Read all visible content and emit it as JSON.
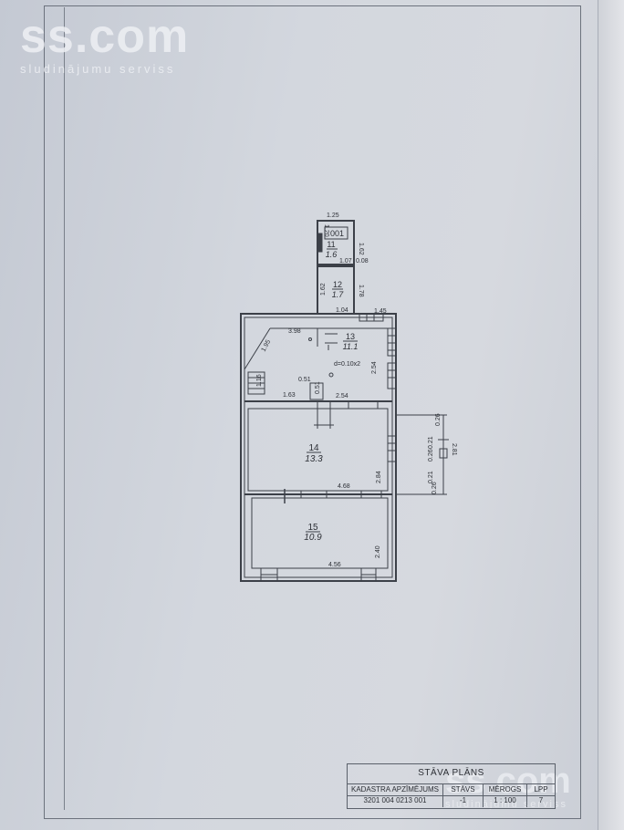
{
  "watermark": {
    "logo": "ss.com",
    "tagline": "sludinājumu serviss"
  },
  "rooms": [
    {
      "id": "001",
      "number": "11",
      "area": "1.6"
    },
    {
      "number": "12",
      "area": "1.7"
    },
    {
      "number": "13",
      "area": "11.1"
    },
    {
      "number": "14",
      "area": "13.3"
    },
    {
      "number": "15",
      "area": "10.9"
    }
  ],
  "dimensions": {
    "d_1_25": "1.25",
    "d_1_62a": "1.62",
    "d_1_07": "1.07",
    "d_0_08": "0.08",
    "d_1_62b": "1.62",
    "d_1_78": "1.78",
    "d_1_04": "1.04",
    "d_1_45": "1.45",
    "d_3_98": "3.98",
    "d_1_95": "1.95",
    "d_2_54a": "2.54",
    "d_1_16": "1.16",
    "d_0_51a": "0.51",
    "d_0_51b": "0.51",
    "d_1_63": "1.63",
    "d_2_54b": "2.54",
    "d_2_84": "2.84",
    "d_4_68": "4.68",
    "d_2_40": "2.40",
    "d_4_56": "4.56",
    "d_0_26a": "0.26",
    "d_0_21a": "0.21",
    "d_0_26b": "0.26",
    "d_2_81": "2.81",
    "d_0_21b": "0.21",
    "d_0_26c": "0.26",
    "d_1_20": "1.20"
  },
  "drain_note": "d=0.10x2",
  "title_block": {
    "title": "STĀVA PLĀNS",
    "headers": [
      "KADASTRA APZĪMĒJUMS",
      "STĀVS",
      "MĒROGS",
      "LPP"
    ],
    "values": [
      "3201 004 0213 001",
      "-1",
      "1 : 100",
      "7"
    ]
  }
}
